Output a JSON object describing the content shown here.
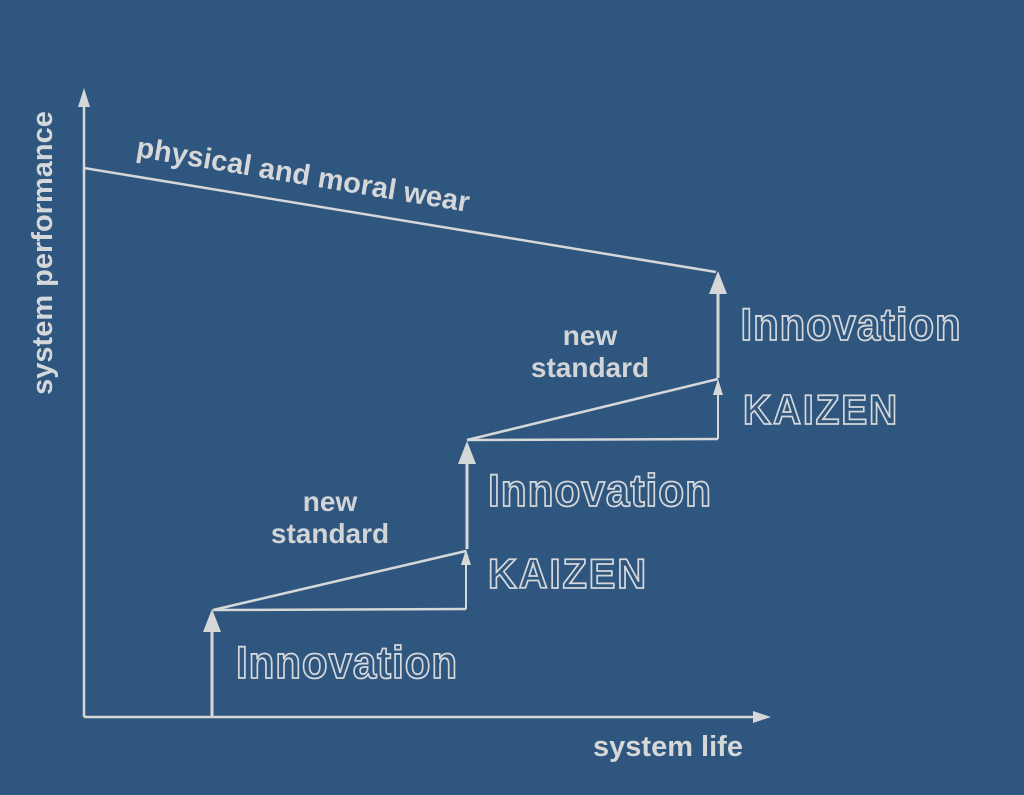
{
  "colors": {
    "background": "#2E567F",
    "stroke": "#D5D7D9",
    "text": "#D5D7D9"
  },
  "axes": {
    "y_label": "system performance",
    "x_label": "system life"
  },
  "wear_line_label": "physical and moral wear",
  "steps": [
    {
      "innovation_label": "Innovation",
      "kaizen_label": "KAIZEN",
      "new_standard_line1": "new",
      "new_standard_line2": "standard"
    },
    {
      "innovation_label": "Innovation",
      "kaizen_label": "KAIZEN",
      "new_standard_line1": "new",
      "new_standard_line2": "standard"
    },
    {
      "innovation_label": "Innovation"
    }
  ]
}
